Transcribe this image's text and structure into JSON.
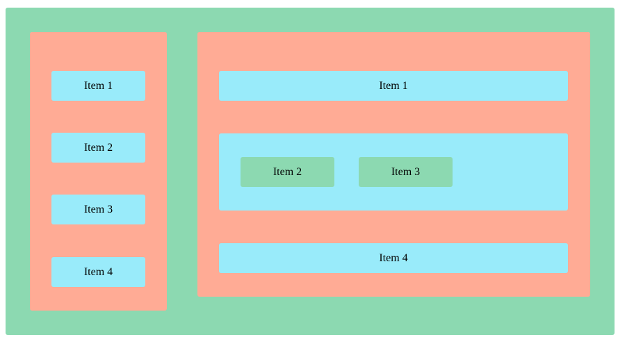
{
  "colors": {
    "outer_background": "#8cd9b1",
    "panel_background": "#ffab95",
    "item_background": "#99ebfa",
    "nested_item_background": "#8cd9b1",
    "text": "#000000"
  },
  "left_panel": {
    "items": [
      {
        "label": "Item 1"
      },
      {
        "label": "Item 2"
      },
      {
        "label": "Item 3"
      },
      {
        "label": "Item 4"
      }
    ]
  },
  "right_panel": {
    "top_item": {
      "label": "Item 1"
    },
    "group": {
      "items": [
        {
          "label": "Item 2"
        },
        {
          "label": "Item 3"
        }
      ]
    },
    "bottom_item": {
      "label": "Item 4"
    }
  }
}
